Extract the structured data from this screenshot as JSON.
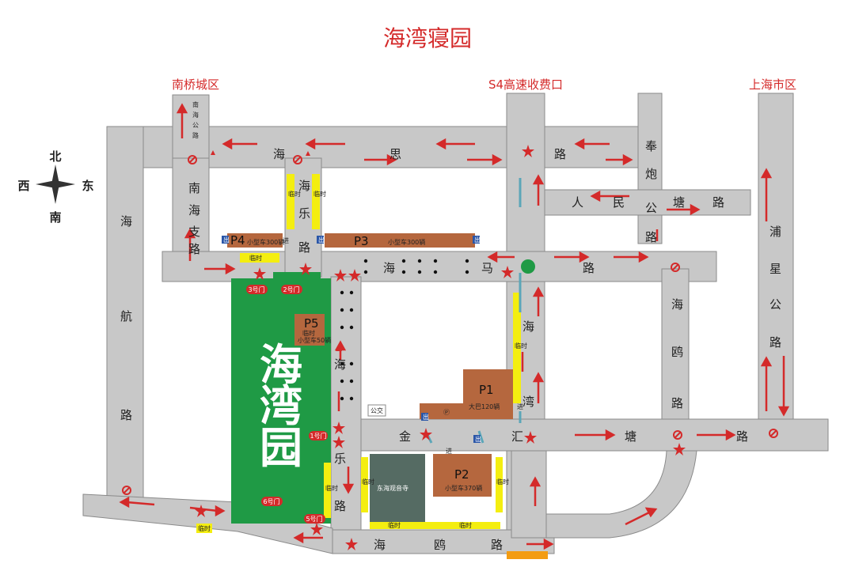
{
  "title": "海湾寝园",
  "top_labels": {
    "nanqiao": "南桥城区",
    "s4": "S4高速收费口",
    "shanghai": "上海市区"
  },
  "compass": {
    "n": "北",
    "s": "南",
    "w": "西",
    "e": "东"
  },
  "roads": {
    "haisi": [
      "海",
      "思",
      "路"
    ],
    "haima": [
      "海",
      "马",
      "路"
    ],
    "haiou": [
      "海",
      "鸥",
      "路"
    ],
    "jinhui": [
      "金",
      "汇",
      "塘",
      "路"
    ],
    "renmin": [
      "人",
      "民",
      "塘",
      "路"
    ],
    "nanhai_gl": [
      "南",
      "海",
      "公",
      "路"
    ],
    "nanhai_zl": [
      "南",
      "海",
      "支",
      "路"
    ],
    "haile_n": [
      "海",
      "乐",
      "路"
    ],
    "haile_s": [
      "海",
      "乐",
      "路"
    ],
    "haihang": [
      "海",
      "航",
      "路"
    ],
    "haiwan": [
      "海",
      "湾"
    ],
    "fengpao": [
      "奉",
      "炮",
      "公",
      "路"
    ],
    "haiou_v": [
      "海",
      "鸥",
      "路"
    ],
    "puxing": [
      "浦",
      "星",
      "公",
      "路"
    ]
  },
  "park_name": [
    "海",
    "湾",
    "园"
  ],
  "gates": {
    "g1": "1号门",
    "g2": "2号门",
    "g3": "3号门",
    "g5": "5号门",
    "g6": "6号门"
  },
  "parking": {
    "p1": {
      "name": "P1",
      "desc": "大巴120辆"
    },
    "p2": {
      "name": "P2",
      "desc": "小型车370辆"
    },
    "p3": {
      "name": "P3",
      "desc": "小型车300辆"
    },
    "p4": {
      "name": "P4",
      "desc": "小型车300辆"
    },
    "p5": {
      "name": "P5",
      "desc1": "临时",
      "desc2": "小型车50辆"
    }
  },
  "temple": "东海观音寺",
  "misc": {
    "entry": "进",
    "exit": "出",
    "temp": "临时",
    "bus": "公交",
    "p_symbol": "Ⓟ"
  },
  "colors": {
    "road": "#c8c8c8",
    "park": "#1f9a45",
    "parking": "#b5673e",
    "yellow": "#f4ee10",
    "arrow": "#d42a2a",
    "teal": "#5ba6b8",
    "temple": "#556b63"
  }
}
